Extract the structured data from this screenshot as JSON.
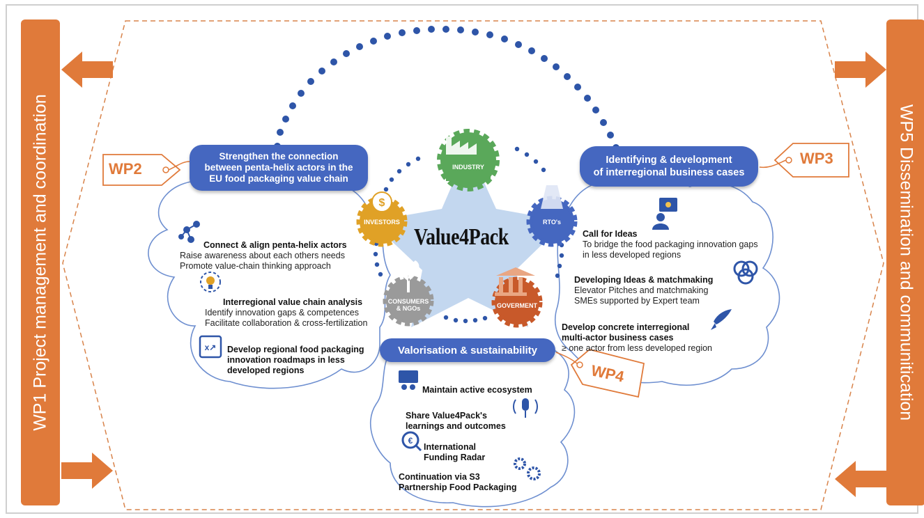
{
  "side_bars": {
    "left": "WP1 Project management and coordination",
    "right": "WP5 Dissemination and communitication"
  },
  "tags": {
    "wp2": "WP2",
    "wp3": "WP3",
    "wp4": "WP4"
  },
  "headers": {
    "wp2": "Strengthen the connection\nbetween penta-helix actors in the\nEU food packaging value chain",
    "wp3": "Identifying & development\nof interregional business cases",
    "wp4": "Valorisation & sustainability"
  },
  "center": {
    "title": "Value4Pack",
    "gears": {
      "industry": "INDUSTRY",
      "investors": "INVESTORS",
      "rtos": "RTO's",
      "consumers": "CONSUMERS\n& NGOs",
      "government": "GOVERMENT",
      "ngo_badge": "NGOs"
    }
  },
  "wp2_items": [
    {
      "title": "Connect & align penta-helix actors",
      "text": "Raise awareness about each others needs\nPromote value-chain thinking approach"
    },
    {
      "title": "Interregional value chain analysis",
      "text": "Identify innovation gaps & competences\nFacilitate collaboration & cross-fertilization"
    },
    {
      "title": "Develop regional food packaging\ninnovation roadmaps in less\ndeveloped regions",
      "text": ""
    }
  ],
  "wp3_items": [
    {
      "title": "Call for Ideas",
      "text": "To bridge the food packaging innovation gaps\nin less developed regions"
    },
    {
      "title": "Developing Ideas & matchmaking",
      "text": "Elevator Pitches and matchmaking\nSMEs supported by Expert team"
    },
    {
      "title": "Develop concrete interregional\nmulti-actor business cases",
      "text": "≥ one actor from less developed region"
    }
  ],
  "wp4_items": [
    {
      "title": "Maintain active ecosystem"
    },
    {
      "title": "Share Value4Pack's\nlearnings and outcomes"
    },
    {
      "title": "International\n      Funding Radar"
    },
    {
      "title": "Continuation via S3\nPartnership Food Packaging"
    }
  ],
  "colors": {
    "orange": "#e07a3a",
    "blue": "#4567c0",
    "green": "#5aa85a",
    "gold": "#e0a126",
    "gray": "#9a9a9a",
    "rust": "#c8592a",
    "sky": "#a9c4e4"
  },
  "icon_names": [
    "network-icon",
    "lightbulb-gear-icon",
    "roadmap-icon",
    "idea-person-icon",
    "venn-icon",
    "rocket-icon",
    "presentation-icon",
    "microphone-icon",
    "euro-search-icon",
    "gears-icon",
    "factory-icon",
    "money-hand-icon",
    "microscope-icon",
    "plant-mic-icon",
    "bank-icon"
  ]
}
